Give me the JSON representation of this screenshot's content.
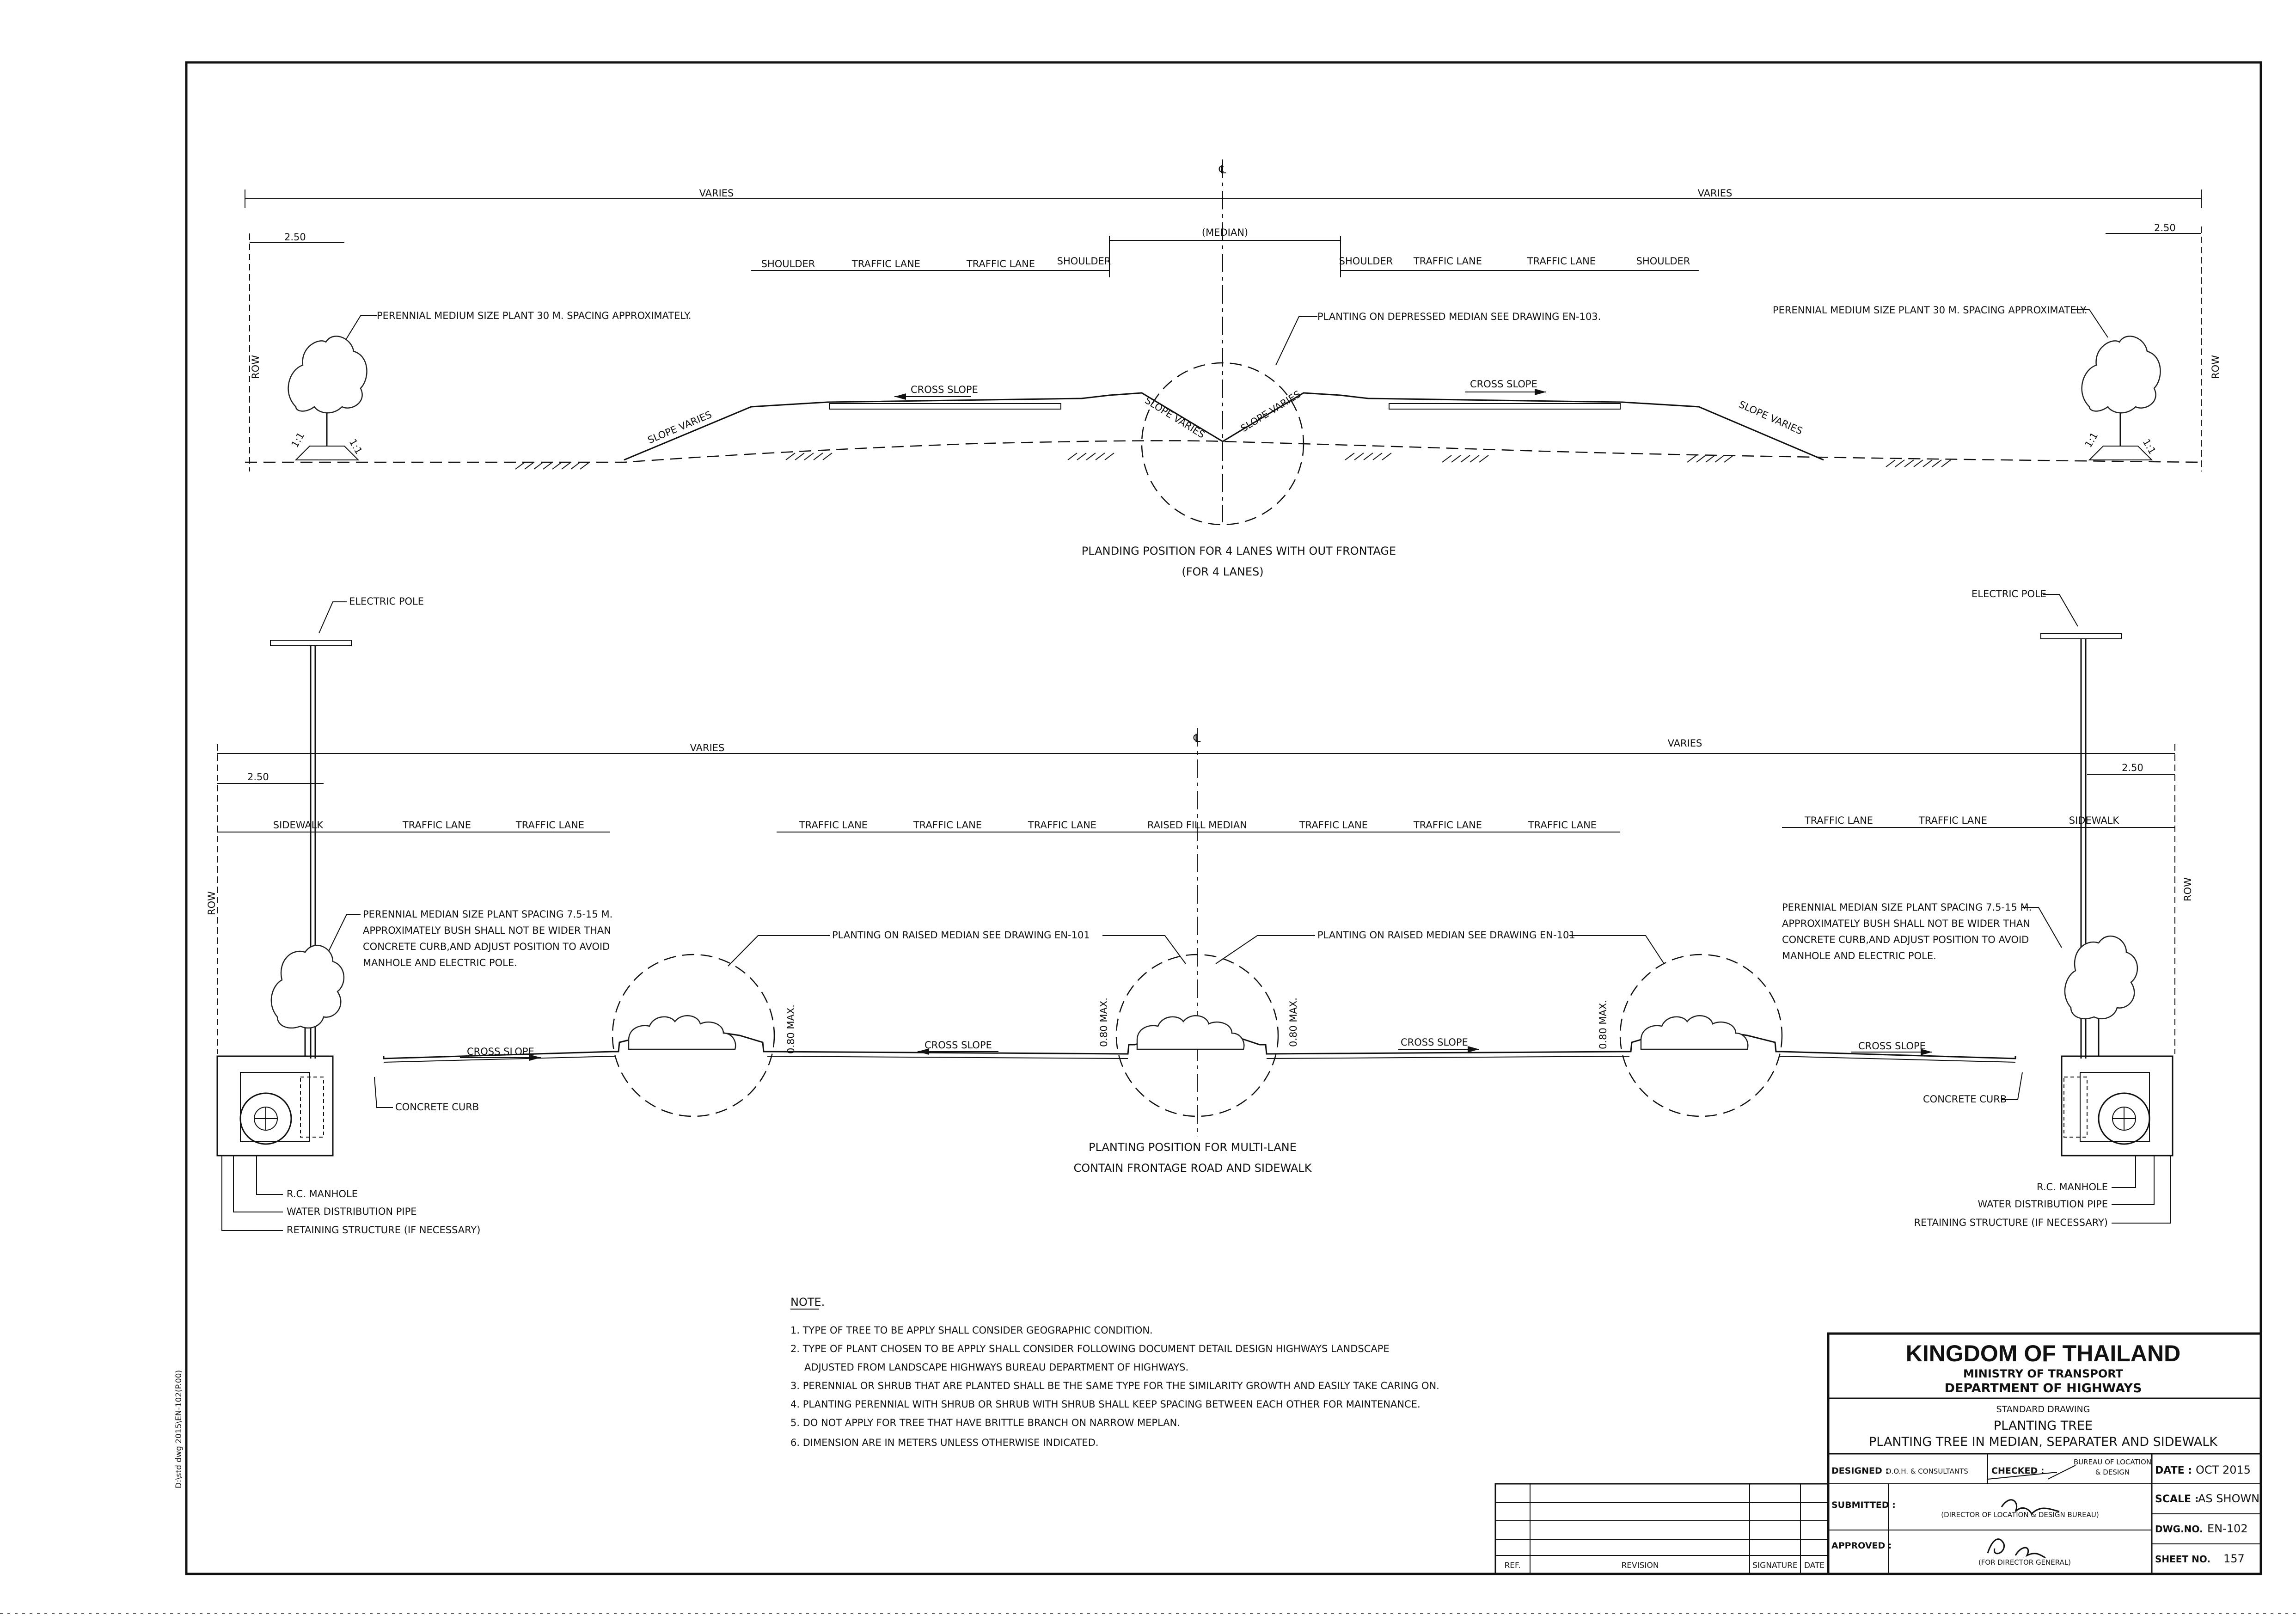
{
  "section1": {
    "varies_left": "VARIES",
    "varies_right": "VARIES",
    "dim_left": "2.50",
    "dim_right": "2.50",
    "median": "(MEDIAN)",
    "left_lanes": [
      "SHOULDER",
      "TRAFFIC LANE",
      "TRAFFIC LANE",
      "SHOULDER"
    ],
    "right_lanes": [
      "SHOULDER",
      "TRAFFIC LANE",
      "TRAFFIC LANE",
      "SHOULDER"
    ],
    "row_left": "ROW",
    "row_right": "ROW",
    "note_left": "PERENNIAL MEDIUM SIZE PLANT 30 M. SPACING APPROXIMATELY.",
    "note_right": "PERENNIAL MEDIUM SIZE PLANT 30 M. SPACING APPROXIMATELY.",
    "note_median": "PLANTING ON DEPRESSED MEDIAN SEE DRAWING EN-103.",
    "cross_slope_left": "CROSS SLOPE",
    "cross_slope_right": "CROSS SLOPE",
    "slope_labels": [
      "SLOPE VARIES",
      "SLOPE VARIES",
      "SLOPE VARIES",
      "SLOPE VARIES"
    ],
    "ratio": "1:1",
    "caption_line1": "PLANDING POSITION FOR 4 LANES WITH OUT FRONTAGE",
    "caption_line2": "(FOR 4 LANES)"
  },
  "section2": {
    "electric_pole_left": "ELECTRIC POLE",
    "electric_pole_right": "ELECTRIC POLE",
    "varies_left": "VARIES",
    "varies_right": "VARIES",
    "dim_left": "2.50",
    "dim_right": "2.50",
    "left_lanes": [
      "SIDEWALK",
      "TRAFFIC LANE",
      "TRAFFIC LANE"
    ],
    "middle_lanes": [
      "TRAFFIC LANE",
      "TRAFFIC LANE",
      "TRAFFIC LANE",
      "RAISED FILL MEDIAN",
      "TRAFFIC LANE",
      "TRAFFIC LANE",
      "TRAFFIC LANE"
    ],
    "right_lanes": [
      "TRAFFIC LANE",
      "TRAFFIC LANE",
      "SIDEWALK"
    ],
    "row_left": "ROW",
    "row_right": "ROW",
    "note_left": [
      "PERENNIAL MEDIAN SIZE PLANT SPACING 7.5-15 M.",
      "APPROXIMATELY BUSH SHALL NOT BE WIDER THAN",
      "CONCRETE CURB,AND ADJUST POSITION TO AVOID",
      "MANHOLE AND ELECTRIC POLE."
    ],
    "note_right": [
      "PERENNIAL MEDIAN SIZE PLANT SPACING 7.5-15 M.",
      "APPROXIMATELY BUSH SHALL NOT BE WIDER THAN",
      "CONCRETE CURB,AND ADJUST POSITION TO AVOID",
      "MANHOLE AND ELECTRIC POLE."
    ],
    "raised_median_left": "PLANTING ON RAISED MEDIAN SEE DRAWING EN-101",
    "raised_median_right": "PLANTING ON RAISED MEDIAN SEE DRAWING EN-101",
    "cross_slopes": [
      "CROSS SLOPE",
      "CROSS SLOPE",
      "CROSS SLOPE",
      "CROSS SLOPE"
    ],
    "max_height": "0.80 MAX.",
    "concrete_curb_left": "CONCRETE CURB",
    "concrete_curb_right": "CONCRETE CURB",
    "legend": [
      "R.C. MANHOLE",
      "WATER DISTRIBUTION PIPE",
      "RETAINING STRUCTURE (IF NECESSARY)"
    ],
    "caption_line1": "PLANTING POSITION FOR MULTI-LANE",
    "caption_line2": "CONTAIN FRONTAGE ROAD AND SIDEWALK"
  },
  "notes": {
    "heading": "NOTE.",
    "items": [
      "1. TYPE OF TREE TO BE APPLY SHALL CONSIDER GEOGRAPHIC CONDITION.",
      "2. TYPE OF PLANT CHOSEN TO BE APPLY SHALL CONSIDER FOLLOWING DOCUMENT DETAIL DESIGN HIGHWAYS LANDSCAPE",
      "ADJUSTED FROM LANDSCAPE HIGHWAYS BUREAU DEPARTMENT OF HIGHWAYS.",
      "3. PERENNIAL OR SHRUB THAT ARE PLANTED SHALL BE THE SAME TYPE FOR THE SIMILARITY GROWTH AND EASILY TAKE CARING ON.",
      "4. PLANTING PERENNIAL WITH SHRUB OR SHRUB WITH SHRUB SHALL KEEP SPACING BETWEEN EACH OTHER FOR MAINTENANCE.",
      "5. DO NOT APPLY FOR TREE THAT HAVE BRITTLE BRANCH ON NARROW MEPLAN.",
      "6. DIMENSION ARE IN METERS UNLESS OTHERWISE INDICATED."
    ]
  },
  "revision_table": {
    "headers": [
      "REF.",
      "REVISION",
      "SIGNATURE",
      "DATE"
    ]
  },
  "title_block": {
    "country": "KINGDOM OF THAILAND",
    "ministry": "MINISTRY OF TRANSPORT",
    "department": "DEPARTMENT OF HIGHWAYS",
    "standard": "STANDARD DRAWING",
    "title1": "PLANTING TREE",
    "title2": "PLANTING TREE IN MEDIAN, SEPARATER AND SIDEWALK",
    "designed_label": "DESIGNED :",
    "designed_value": "D.O.H. & CONSULTANTS",
    "checked_label": "CHECKED :",
    "checked_value1": "BUREAU OF LOCATION",
    "checked_value2": "& DESIGN",
    "submitted_label": "SUBMITTED :",
    "submitted_value": "(DIRECTOR OF LOCATION & DESIGN BUREAU)",
    "approved_label": "APPROVED :",
    "approved_value": "(FOR DIRECTOR GENERAL)",
    "date_label": "DATE :",
    "date_value": "OCT 2015",
    "scale_label": "SCALE :",
    "scale_value": "AS SHOWN",
    "dwg_label": "DWG.NO.",
    "dwg_value": "EN-102",
    "sheet_label": "SHEET NO.",
    "sheet_value": "157"
  },
  "file_path": "D:\\std dwg 2015\\EN-102(P.00)"
}
